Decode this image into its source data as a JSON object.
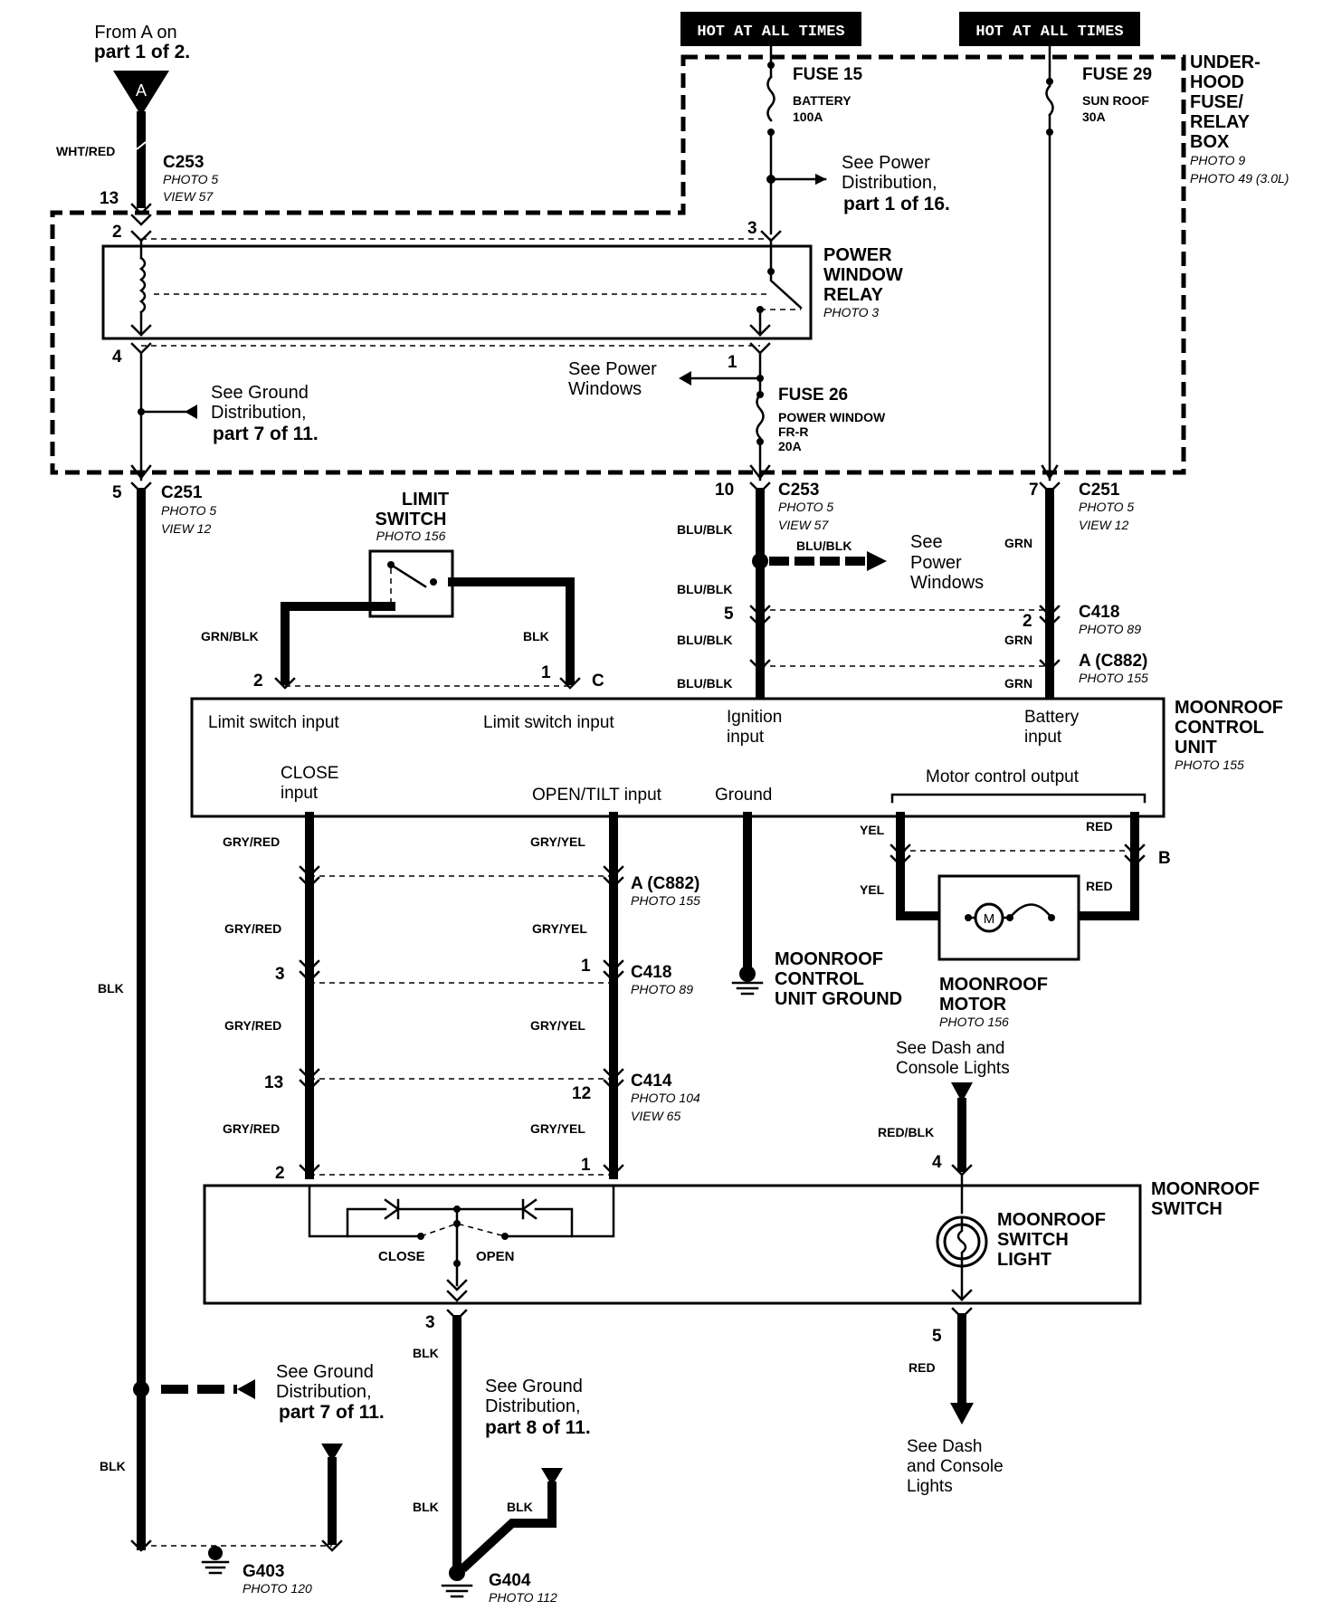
{
  "header": {
    "from_a_line1": "From A on",
    "from_a_line2": "part 1 of 2.",
    "connector_a": "A",
    "hot1": "HOT AT ALL TIMES",
    "hot2": "HOT AT ALL TIMES"
  },
  "fuse_box": {
    "title": [
      "UNDER-",
      "HOOD",
      "FUSE/",
      "RELAY",
      "BOX"
    ],
    "photo1": "PHOTO 9",
    "photo2": "PHOTO 49 (3.0L)",
    "fuse15": {
      "name": "FUSE 15",
      "label": "BATTERY",
      "rating": "100A"
    },
    "fuse29": {
      "name": "FUSE 29",
      "label": "SUN ROOF",
      "rating": "30A"
    },
    "fuse26": {
      "name": "FUSE 26",
      "label": "POWER WINDOW",
      "label2": "FR-R",
      "rating": "20A"
    },
    "see_power_dist": [
      "See Power",
      "Distribution,",
      "part 1 of 16."
    ],
    "see_power_windows": [
      "See Power",
      "Windows"
    ],
    "see_ground_dist": [
      "See Ground",
      "Distribution,",
      "part 7 of 11."
    ]
  },
  "relay": {
    "title": [
      "POWER",
      "WINDOW",
      "RELAY"
    ],
    "photo": "PHOTO 3"
  },
  "connectors": {
    "c253_top": {
      "name": "C253",
      "photo": "PHOTO 5",
      "view": "VIEW 57",
      "pin": "13"
    },
    "c251_left": {
      "name": "C251",
      "photo": "PHOTO 5",
      "view": "VIEW 12",
      "pin": "5"
    },
    "c253_mid": {
      "name": "C253",
      "photo": "PHOTO 5",
      "view": "VIEW 57",
      "pin": "10"
    },
    "c251_right": {
      "name": "C251",
      "photo": "PHOTO 5",
      "view": "VIEW 12",
      "pin": "7"
    },
    "c418_right": {
      "name": "C418",
      "photo": "PHOTO 89",
      "pin": "2",
      "pin_left": "5"
    },
    "c882_right": {
      "name": "A (C882)",
      "photo": "PHOTO 155"
    },
    "c882_low": {
      "name": "A (C882)",
      "photo": "PHOTO 155"
    },
    "c418_low": {
      "name": "C418",
      "photo": "PHOTO 89",
      "pin_left": "3",
      "pin_right": "1"
    },
    "c414": {
      "name": "C414",
      "photo": "PHOTO 104",
      "view": "VIEW 65",
      "pin_left": "13",
      "pin_right": "12"
    },
    "c_label": "C",
    "b_label": "B"
  },
  "pins": {
    "relay_2": "2",
    "relay_3": "3",
    "relay_4": "4",
    "relay_1": "1",
    "limit_2": "2",
    "limit_1": "1",
    "sw_2": "2",
    "sw_1": "1",
    "sw_4": "4",
    "sw_3": "3",
    "sw_5": "5"
  },
  "wires": {
    "wht_red": "WHT/RED",
    "blu_blk": "BLU/BLK",
    "grn": "GRN",
    "grn_blk": "GRN/BLK",
    "blk": "BLK",
    "gry_red": "GRY/RED",
    "gry_yel": "GRY/YEL",
    "yel": "YEL",
    "red": "RED",
    "red_blk": "RED/BLK"
  },
  "see_power_windows_2": [
    "See",
    "Power",
    "Windows"
  ],
  "limit_switch": {
    "title": [
      "LIMIT",
      "SWITCH"
    ],
    "photo": "PHOTO 156"
  },
  "control_unit": {
    "title": [
      "MOONROOF",
      "CONTROL",
      "UNIT"
    ],
    "photo": "PHOTO 155",
    "limit_input_1": "Limit switch input",
    "limit_input_2": "Limit switch input",
    "ignition": [
      "Ignition",
      "input"
    ],
    "battery": [
      "Battery",
      "input"
    ],
    "close": [
      "CLOSE",
      "input"
    ],
    "open_tilt": "OPEN/TILT input",
    "ground": "Ground",
    "motor_output": "Motor control output"
  },
  "cu_ground": [
    "MOONROOF",
    "CONTROL",
    "UNIT GROUND"
  ],
  "motor": {
    "title": [
      "MOONROOF",
      "MOTOR"
    ],
    "photo": "PHOTO 156",
    "symbol": "M"
  },
  "see_dash_top": [
    "See Dash and",
    "Console Lights"
  ],
  "switch": {
    "title": [
      "MOONROOF",
      "SWITCH"
    ],
    "light": [
      "MOONROOF",
      "SWITCH",
      "LIGHT"
    ],
    "close": "CLOSE",
    "open": "OPEN"
  },
  "ground_dist_7": [
    "See Ground",
    "Distribution,",
    "part 7 of 11."
  ],
  "ground_dist_8": [
    "See Ground",
    "Distribution,",
    "part 8 of 11."
  ],
  "see_dash_bottom": [
    "See Dash",
    "and Console",
    "Lights"
  ],
  "g403": {
    "name": "G403",
    "photo": "PHOTO 120"
  },
  "g404": {
    "name": "G404",
    "photo": "PHOTO 112"
  }
}
